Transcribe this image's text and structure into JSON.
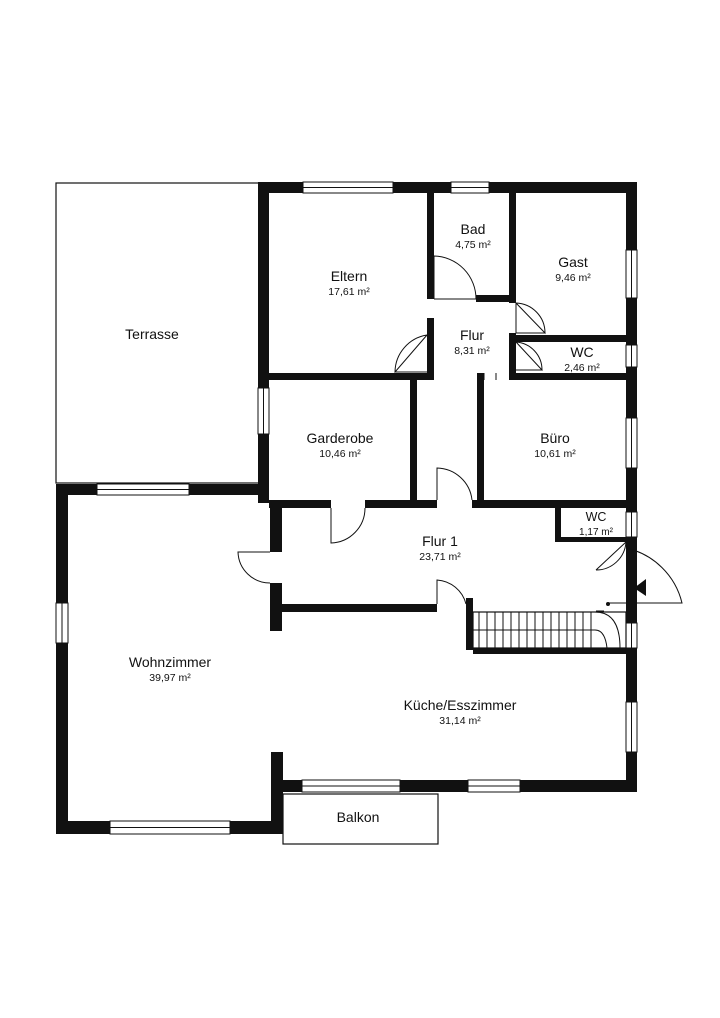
{
  "rooms": {
    "terrasse": {
      "name": "Terrasse"
    },
    "eltern": {
      "name": "Eltern",
      "area": "17,61 m²"
    },
    "bad": {
      "name": "Bad",
      "area": "4,75 m²"
    },
    "gast": {
      "name": "Gast",
      "area": "9,46 m²"
    },
    "flur": {
      "name": "Flur",
      "area": "8,31 m²"
    },
    "wc_upper": {
      "name": "WC",
      "area": "2,46 m²"
    },
    "garderobe": {
      "name": "Garderobe",
      "area": "10,46 m²"
    },
    "buero": {
      "name": "Büro",
      "area": "10,61 m²"
    },
    "wc_lower": {
      "name": "WC",
      "area": "1,17 m²"
    },
    "flur1": {
      "name": "Flur 1",
      "area": "23,71 m²"
    },
    "wohnzimmer": {
      "name": "Wohnzimmer",
      "area": "39,97 m²"
    },
    "kueche": {
      "name": "Küche/Esszimmer",
      "area": "31,14 m²"
    },
    "balkon": {
      "name": "Balkon"
    }
  }
}
